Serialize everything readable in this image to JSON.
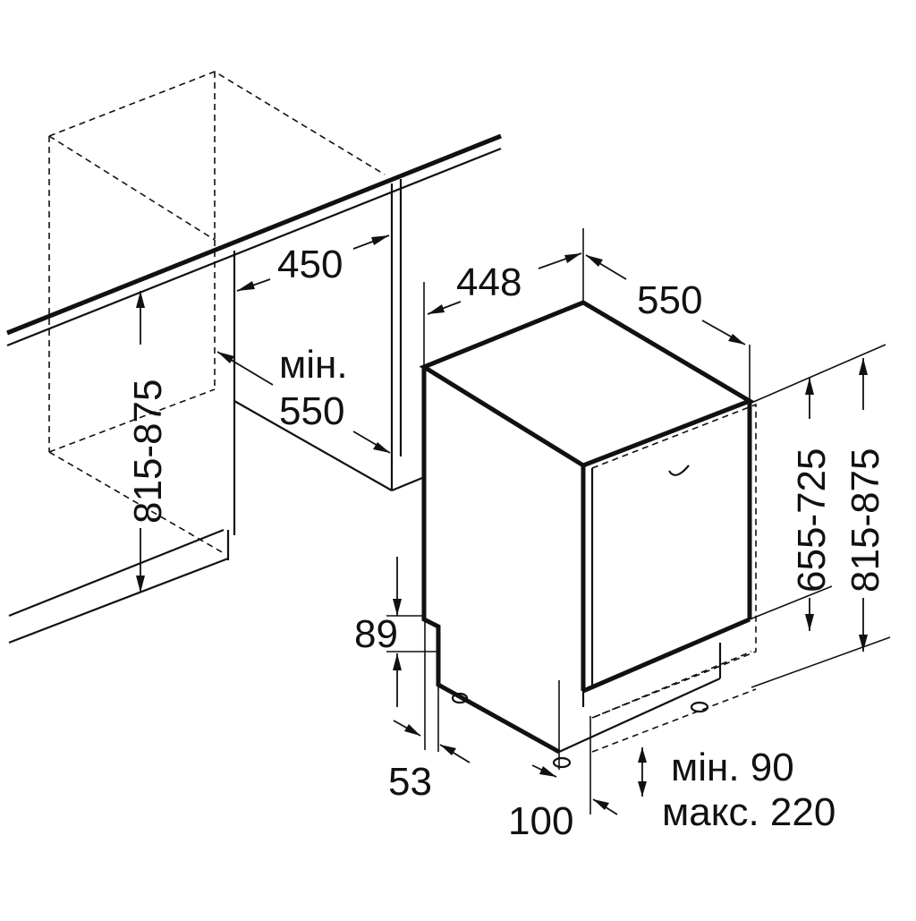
{
  "labels": {
    "niche_depth": "450",
    "appliance_width": "448",
    "appliance_depth": "550",
    "min_label": "мін.",
    "niche_min_depth": "550",
    "niche_height": "815-875",
    "appliance_height": "815-875",
    "door_height": "655-725",
    "plinth_height": "89",
    "foot_offset": "53",
    "door_offset": "100",
    "plinth_min": "мін. 90",
    "plinth_max": "макс. 220"
  },
  "colors": {
    "line": "#111111",
    "background": "#ffffff"
  }
}
